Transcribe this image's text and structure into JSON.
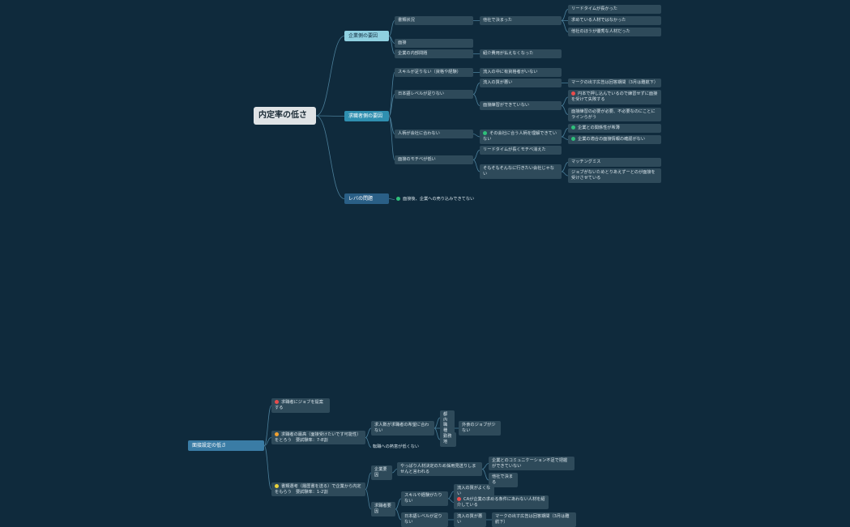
{
  "colors": {
    "background": "#0f2a3c",
    "node": "#2e4a5a",
    "root": "#dfe3e6",
    "accent": "#2f8fb0",
    "line": "#4a7d98"
  },
  "map1": {
    "root": "内定率の低さ",
    "b1": {
      "label": "企業側の要因",
      "n1": "書類状況",
      "n1a": "他社で決まった",
      "n1a1": "リードタイムが長かった",
      "n1a2": "求めている人材ではなかった",
      "n1a3": "他社のほうが優秀な人材だった",
      "n2": "面接",
      "n3": "企業の内部問題",
      "n3a": "紹介費用が払えなくなった"
    },
    "b2": {
      "label": "求職者側の要因",
      "n1": "スキルが足りない（資格や経験）",
      "n1a": "流入の中に有資格者がいない",
      "n2": "日本語レベルが足りない",
      "n2a": "流入の質が悪い",
      "n2a1": "マークの出す広告は回答期間（3月は難航下）",
      "n2b": "面接練習ができていない",
      "n2b1": "円本で押し込んでいるので練習せずに面接を受けて失敗する",
      "n2b2": "面接練習の必要が必要、不必要なのにことにラインらがう",
      "n3": "人柄が会社に合わない",
      "n3a": "その会社に合う人柄を理解できていない",
      "n3a1": "企業との関係性が希薄",
      "n3a2": "企業の適合の面接情報の確認がない",
      "n4": "面接のモチベが低い",
      "n4a": "リードタイムが長くモチベ消えた",
      "n4b": "そもそもそんなに行きたい会社じゃない",
      "n4b1": "マッチングミス",
      "n4b2": "ジョブがないためとりあえずーとのが面接を受けさせている"
    },
    "b3": {
      "label": "レバの問題",
      "n1": "面接後、企業への売り込みできてない"
    }
  },
  "map2": {
    "root": "面接設定の低さ",
    "n1": "求職者にジョブを提案する",
    "n2": "求職者の最高（面接受けたいです可能性）をとろう　要試験率：7-8割",
    "n2a": "求人数が求職者の希望に合わない",
    "n2a1": "都内",
    "n2a2": "職種",
    "n2a2a": "外食のジョブが少ない",
    "n2a3": "勤務地",
    "n2b": "転職への熱意が低くない",
    "n3": "書類選考（履歴書を送る）で企業から内定をもらう　要試験率：1-2割",
    "n3a": "企業要因",
    "n3a1": "やっぱり人材決定のため採用見送りしませんと言われる",
    "n3a1a": "企業とのコミュニケーション不足で把握ができていない",
    "n3a1b": "他社で決まる",
    "n3b": "求職者要因",
    "n3b1": "スキルや経験がたりない",
    "n3b1a": "流入の質がよくない",
    "n3b1b": "CAが企業の求める条件にあわない人材を紹介している",
    "n3b2": "日本語レベルが足りない",
    "n3b2a": "流入の質が悪い",
    "n3b2a1": "マークの出す広告は回答期間（3月は難航下）"
  }
}
